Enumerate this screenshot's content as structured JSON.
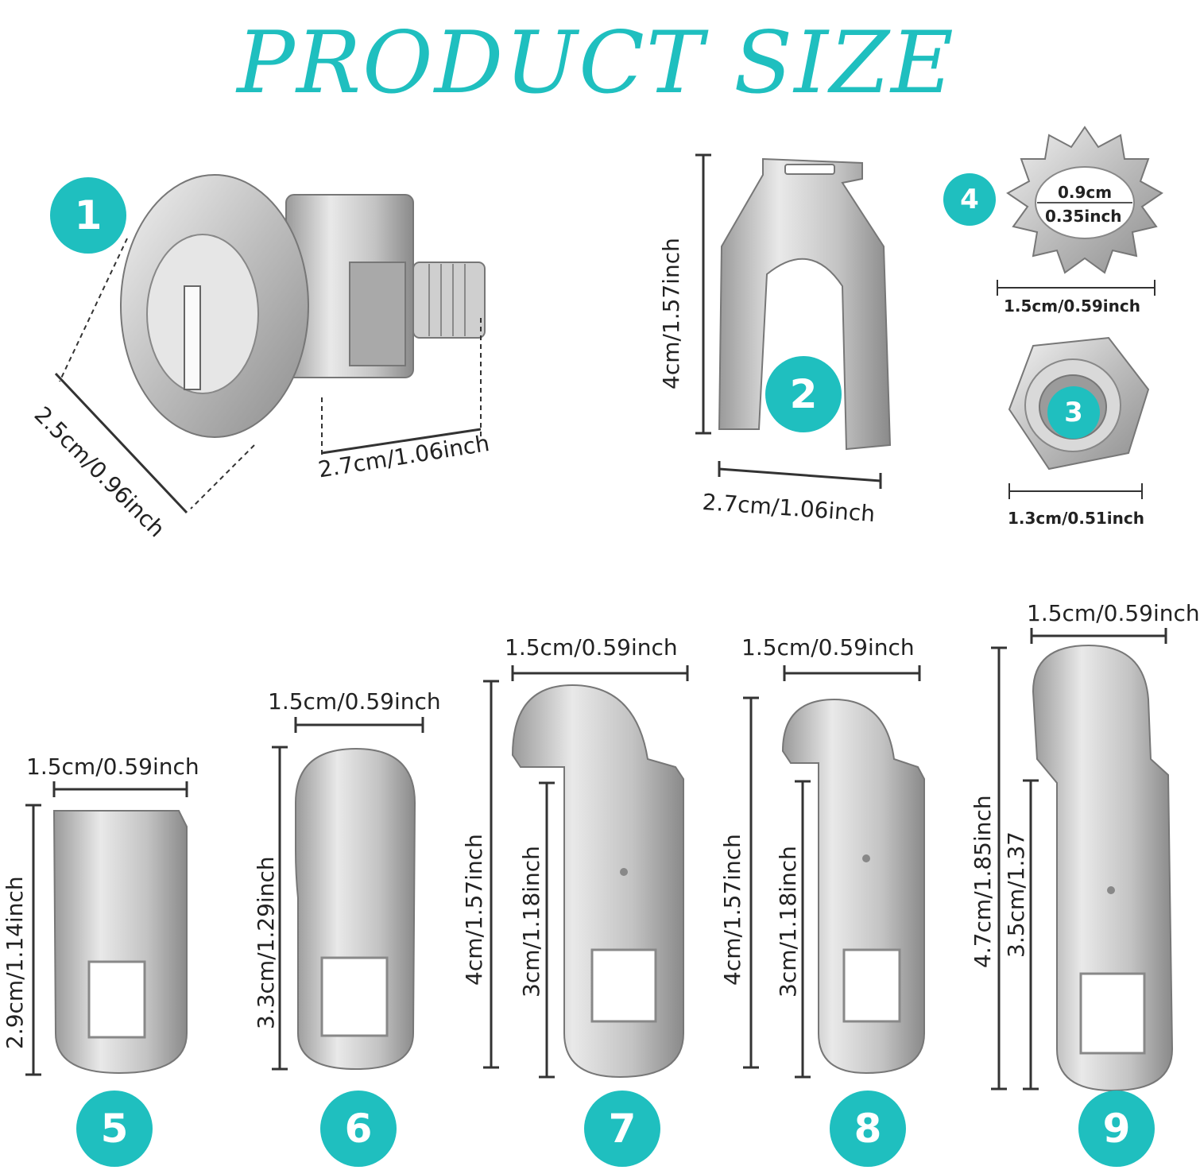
{
  "title": "PRODUCT SIZE",
  "colors": {
    "accent": "#1fbfbf",
    "metal": "#c9c9c9"
  },
  "badges": [
    "1",
    "2",
    "3",
    "4",
    "5",
    "6",
    "7",
    "8",
    "9"
  ],
  "dimensions": {
    "p1_diameter": "2.5cm/0.96inch",
    "p1_length": "2.7cm/1.06inch",
    "p2_height": "4cm/1.57inch",
    "p2_width": "2.7cm/1.06inch",
    "p4_inner1": "0.9cm",
    "p4_inner2": "0.35inch",
    "p4_outer": "1.5cm/0.59inch",
    "p3_width": "1.3cm/0.51inch",
    "p5_width": "1.5cm/0.59inch",
    "p5_height": "2.9cm/1.14inch",
    "p6_width": "1.5cm/0.59inch",
    "p6_height": "3.3cm/1.29inch",
    "p7_width": "1.5cm/0.59inch",
    "p7_height": "4cm/1.57inch",
    "p7_inner": "3cm/1.18inch",
    "p8_width": "1.5cm/0.59inch",
    "p8_height": "4cm/1.57inch",
    "p8_inner": "3cm/1.18inch",
    "p9_width": "1.5cm/0.59inch",
    "p9_height": "4.7cm/1.85inch",
    "p9_inner": "3.5cm/1.37"
  }
}
